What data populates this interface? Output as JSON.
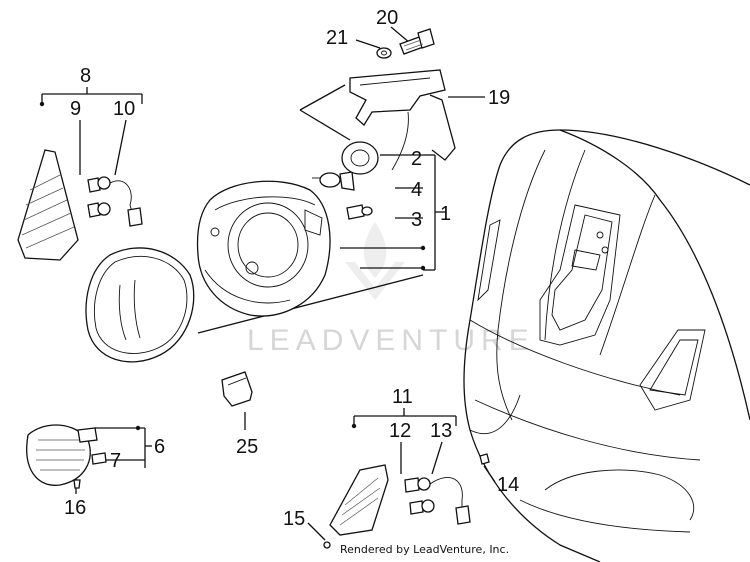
{
  "callouts": {
    "c1": "1",
    "c2": "2",
    "c3": "3",
    "c4": "4",
    "c6": "6",
    "c7": "7",
    "c8": "8",
    "c9": "9",
    "c10": "10",
    "c11": "11",
    "c12": "12",
    "c13": "13",
    "c14": "14",
    "c15": "15",
    "c16": "16",
    "c19": "19",
    "c20": "20",
    "c21": "21",
    "c25": "25"
  },
  "watermark": {
    "text": "LEADVENTURE",
    "logo": "leadventure-flame-logo"
  },
  "credit": "Rendered by LeadVenture, Inc."
}
